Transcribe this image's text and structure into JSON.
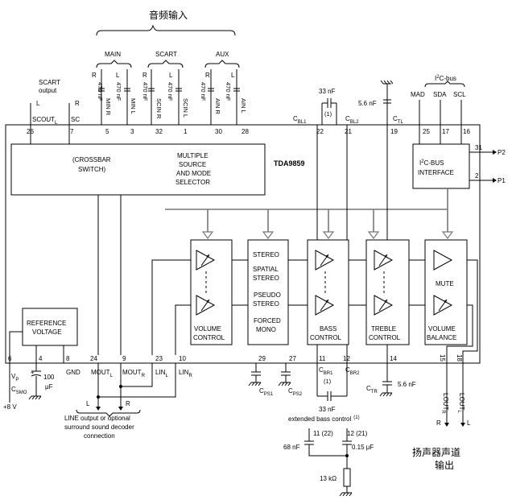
{
  "title_cn": "音频输入",
  "output_cn_line1": "扬声器声道",
  "output_cn_line2": "输出",
  "groups": {
    "main": "MAIN",
    "scart": "SCART",
    "aux": "AUX"
  },
  "scart_output": {
    "line1": "SCART",
    "line2": "output",
    "l": "L",
    "r": "R",
    "scout_l": "SCOUT",
    "scout_l_sub": "L",
    "scout_r": "SC"
  },
  "pins": {
    "p26": "26",
    "p7": "7",
    "p5": "5",
    "p3": "3",
    "p32": "32",
    "p1": "1",
    "p30": "30",
    "p28": "28",
    "p22": "22",
    "p21": "21",
    "p19": "19",
    "p25": "25",
    "p17": "17",
    "p16": "16",
    "p31": "31",
    "p2": "2",
    "p6": "6",
    "p4": "4",
    "p8": "8",
    "p24": "24",
    "p9": "9",
    "p23": "23",
    "p10": "10",
    "p29": "29",
    "p27": "27",
    "p11": "11",
    "p12": "12",
    "p14": "14",
    "p15": "15",
    "p18": "18"
  },
  "inputs": [
    {
      "rl": "R",
      "cap": "470 nF",
      "pin_name": "MIN",
      "pin_sub": "R"
    },
    {
      "rl": "L",
      "cap": "470 nF",
      "pin_name": "MIN",
      "pin_sub": "L"
    },
    {
      "rl": "R",
      "cap": "470 nF",
      "pin_name": "SCIN",
      "pin_sub": "R"
    },
    {
      "rl": "L",
      "cap": "470 nF",
      "pin_name": "SCIN",
      "pin_sub": "L"
    },
    {
      "rl": "R",
      "cap": "470 nF",
      "pin_name": "AIN",
      "pin_sub": "R"
    },
    {
      "rl": "L",
      "cap": "470 nF",
      "pin_name": "AIN",
      "pin_sub": "L"
    }
  ],
  "caps": {
    "c33_top": "33 nF",
    "c33_top_note": "(1)",
    "c5_6_top": "5.6 nF",
    "cbl1": "C",
    "cbl1_sub": "BL1",
    "cbl2": "C",
    "cbl2_sub": "BL2",
    "ctl": "C",
    "ctl_sub": "TL",
    "c100": "100",
    "c100_unit": "μF",
    "cps1": "C",
    "cps1_sub": "PS1",
    "cps2": "C",
    "cps2_sub": "PS2",
    "cbr1": "C",
    "cbr1_sub": "BR1",
    "cbr1_note": "(1)",
    "cbr2": "C",
    "cbr2_sub": "BR2",
    "c33_bottom": "33 nF",
    "ctr": "C",
    "ctr_sub": "TR",
    "c5_6_bottom": "5.6 nF"
  },
  "i2c": {
    "bus_label": "I",
    "bus_sup": "2",
    "bus_rest": "C-bus",
    "mad": "MAD",
    "sda": "SDA",
    "scl": "SCL",
    "iface_line1_a": "I",
    "iface_line1_sup": "2",
    "iface_line1_b": "C-BUS",
    "iface_line2": "INTERFACE",
    "p2_label": "P2",
    "p1_label": "P1"
  },
  "blocks": {
    "crossbar_1": "(CROSSBAR",
    "crossbar_2": "SWITCH)",
    "selector_1": "MULTIPLE",
    "selector_2": "SOURCE",
    "selector_3": "AND MODE",
    "selector_4": "SELECTOR",
    "chip": "TDA9859",
    "ref_1": "REFERENCE",
    "ref_2": "VOLTAGE",
    "volume_1": "VOLUME",
    "volume_2": "CONTROL",
    "mode_1": "STEREO",
    "mode_2": "SPATIAL",
    "mode_3": "STEREO",
    "mode_4": "PSEUDO",
    "mode_5": "STEREO",
    "mode_6": "FORCED",
    "mode_7": "MONO",
    "bass_1": "BASS",
    "bass_2": "CONTROL",
    "treble_1": "TREBLE",
    "treble_2": "CONTROL",
    "mute": "MUTE",
    "vb_1": "VOLUME",
    "vb_2": "BALANCE"
  },
  "bottom": {
    "vp": "V",
    "vp_sub": "P",
    "csmo": "C",
    "csmo_sub": "SMO",
    "plus8v": "+8 V",
    "gnd": "GND",
    "moutl": "MOUT",
    "moutl_sub": "L",
    "moutr": "MOUT",
    "moutr_sub": "R",
    "linl": "LIN",
    "linl_sub": "L",
    "linr": "LIN",
    "linr_sub": "R",
    "line_l": "L",
    "line_r": "R",
    "line_caption_1": "LINE output or optional",
    "line_caption_2": "surround sound decoder",
    "line_caption_3": "connection",
    "lout_r": "LOUT",
    "lout_r_sub": "R",
    "lout_l": "LOUT",
    "lout_l_sub": "L",
    "out_r": "R",
    "out_l": "L"
  },
  "ext_bass": {
    "title": "extended bass control",
    "title_note": "(1)",
    "pin_a": "11 (22)",
    "pin_b": "12 (21)",
    "c68": "68 nF",
    "c015": "0.15 μF",
    "r13k": "13 kΩ"
  }
}
